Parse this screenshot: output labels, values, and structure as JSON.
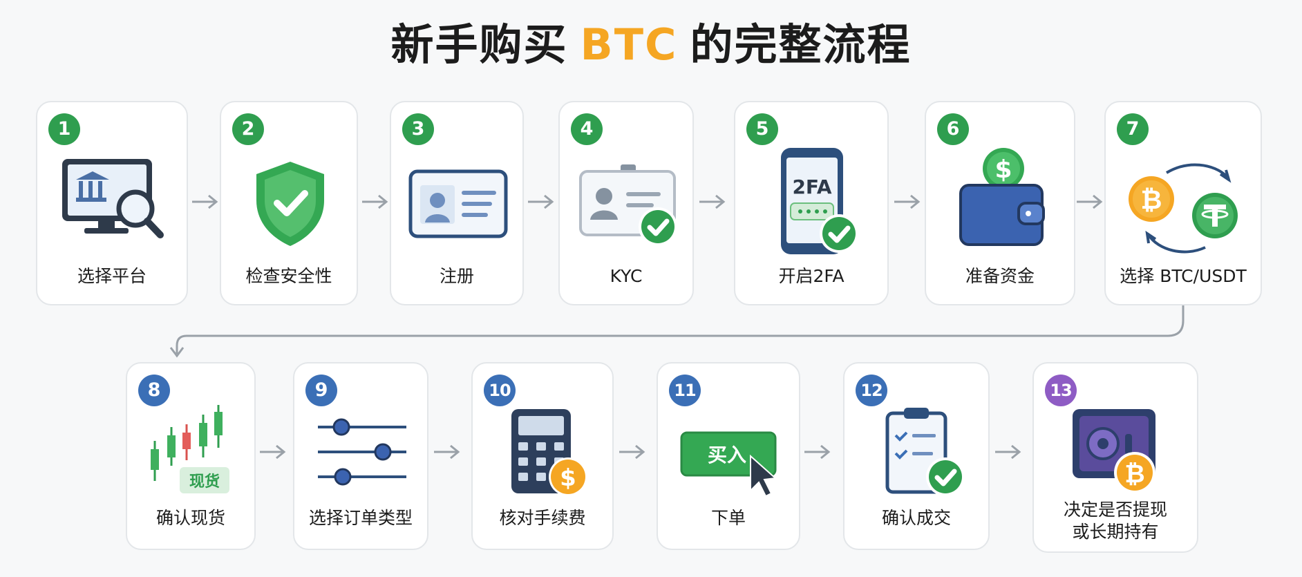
{
  "title": {
    "prefix": "新手购买",
    "accent": "BTC",
    "suffix": "的完整流程"
  },
  "colors": {
    "green": "#2f9e4f",
    "blue": "#3b6fb6",
    "purple": "#8e5cc4",
    "accent": "#f5a623"
  },
  "steps": [
    {
      "num": "1",
      "label": "选择平台",
      "icon": "bank-monitor-search-icon"
    },
    {
      "num": "2",
      "label": "检查安全性",
      "icon": "shield-check-icon"
    },
    {
      "num": "3",
      "label": "注册",
      "icon": "id-card-icon"
    },
    {
      "num": "4",
      "label": "KYC",
      "icon": "id-badge-verified-icon"
    },
    {
      "num": "5",
      "label": "开启2FA",
      "icon": "phone-2fa-icon",
      "screen_text": "2FA"
    },
    {
      "num": "6",
      "label": "准备资金",
      "icon": "wallet-dollar-icon"
    },
    {
      "num": "7",
      "label": "选择 BTC/USDT",
      "icon": "btc-usdt-swap-icon"
    },
    {
      "num": "8",
      "label": "确认现货",
      "icon": "candlestick-spot-icon",
      "tag": "现货"
    },
    {
      "num": "9",
      "label": "选择订单类型",
      "icon": "sliders-icon"
    },
    {
      "num": "10",
      "label": "核对手续费",
      "icon": "calculator-fee-icon"
    },
    {
      "num": "11",
      "label": "下单",
      "icon": "buy-button-cursor-icon",
      "button_text": "买入"
    },
    {
      "num": "12",
      "label": "确认成交",
      "icon": "clipboard-check-icon"
    },
    {
      "num": "13",
      "label": "决定是否提现",
      "label2": "或长期持有",
      "icon": "vault-btc-icon"
    }
  ]
}
